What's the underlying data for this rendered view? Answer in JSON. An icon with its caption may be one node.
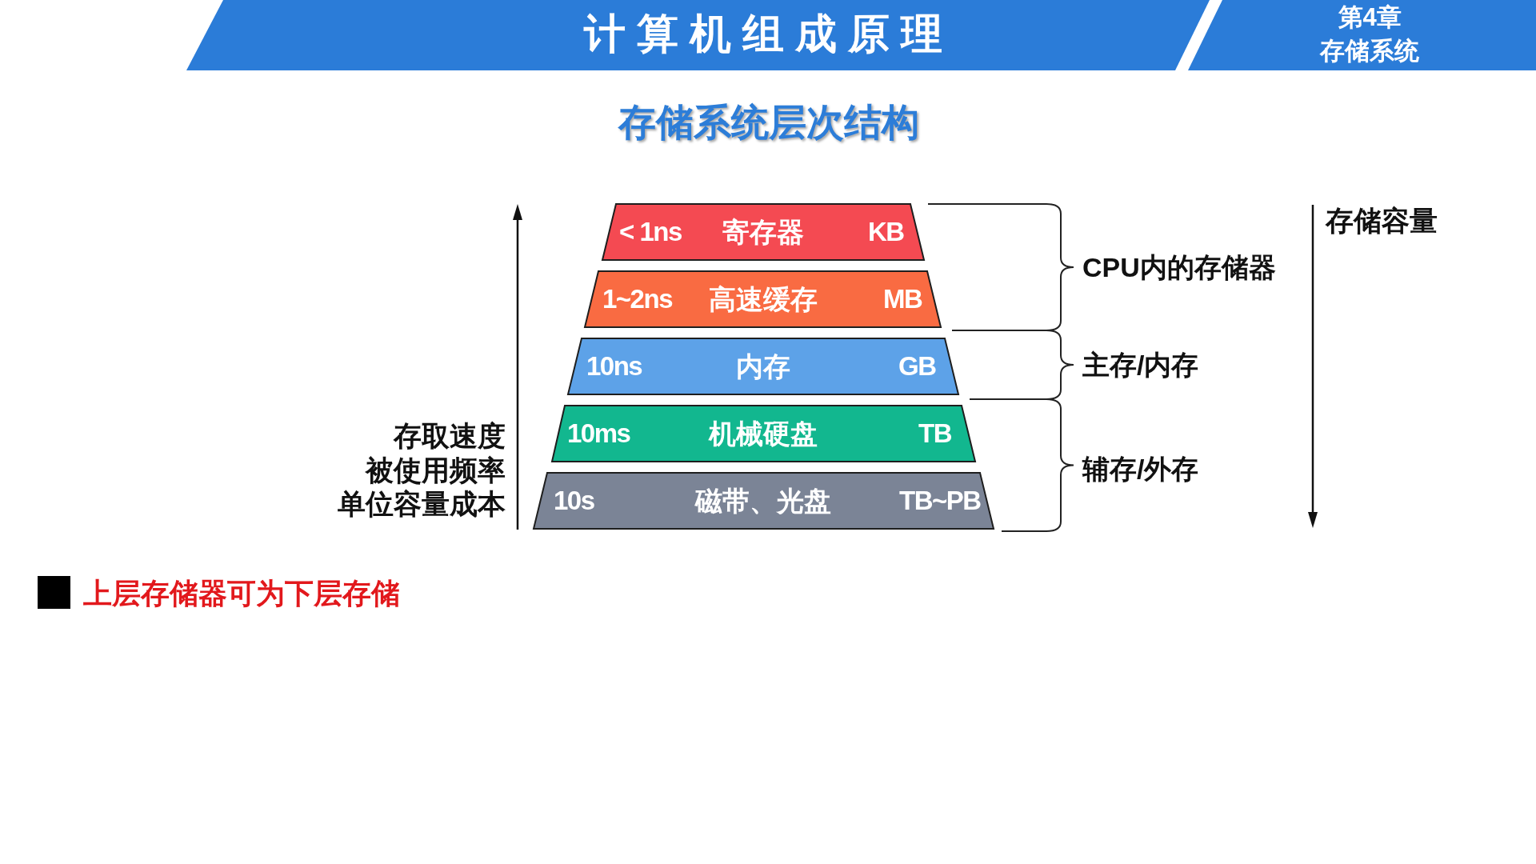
{
  "diagram": {
    "title": "存储系统层次结构",
    "nodes": [
      {
        "text": [
          "< 1ns",
          "寄存器",
          "KB"
        ]
      },
      {
        "text": [
          "1~2ns",
          "高速缓存",
          "MB"
        ]
      },
      {
        "text": [
          "10ns",
          "内存",
          "GB"
        ]
      },
      {
        "text": [
          "10ms",
          "机械硬盘",
          "TB"
        ]
      },
      {
        "text": [
          "10s",
          "磁带、光盘",
          "TB~PB"
        ]
      }
    ],
    "labels": [
      "计算机组成原理",
      "第4章",
      "存储系统",
      "存取速度",
      "被使用频率",
      "单位容量成本",
      "CPU内的存储器",
      "主存/内存",
      "辅存/外存",
      "存储容量",
      "上层存储器可为下层存储"
    ]
  }
}
